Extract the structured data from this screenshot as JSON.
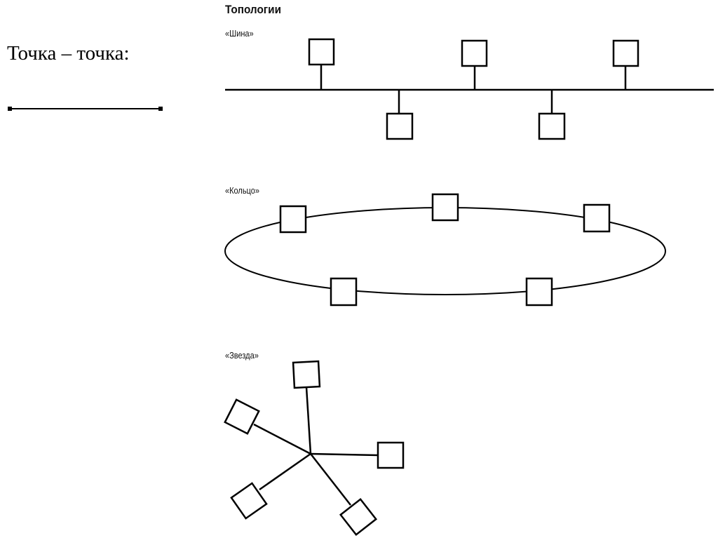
{
  "left_panel": {
    "label": "Точка – точка:",
    "link_icon": "point-to-point-line"
  },
  "diagram": {
    "title": "Топологии",
    "topologies": [
      {
        "id": "bus",
        "label": "«Шина»",
        "node_count": 5,
        "nodes_above": 3,
        "nodes_below": 2
      },
      {
        "id": "ring",
        "label": "«Кольцо»",
        "node_count": 5
      },
      {
        "id": "star",
        "label": "«Звезда»",
        "node_count": 5
      }
    ],
    "colors": {
      "stroke": "#000000",
      "node_fill": "#ffffff",
      "background": "#ffffff"
    }
  }
}
